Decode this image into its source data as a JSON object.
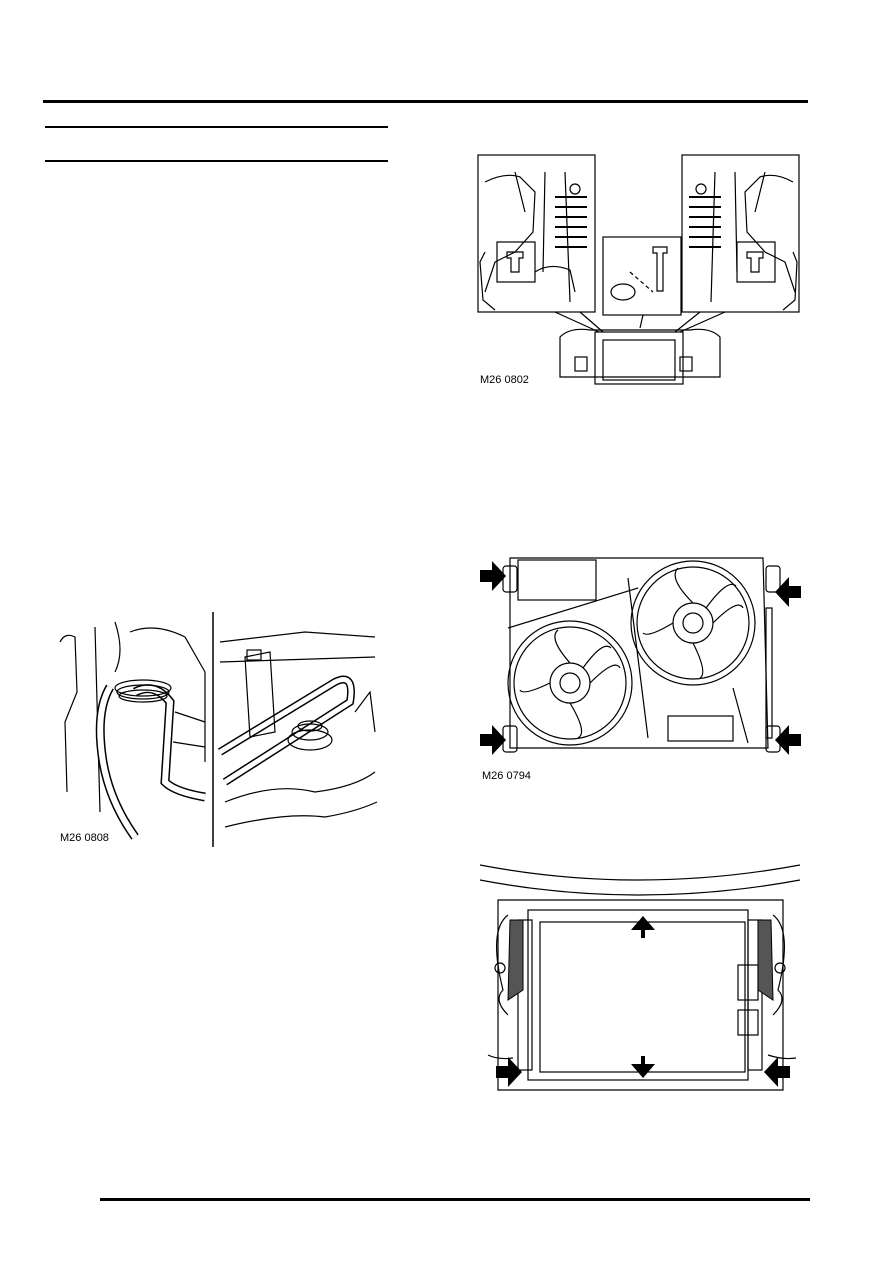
{
  "figures": {
    "radiator_mounts": {
      "label": "M26 0802"
    },
    "hose_removal": {
      "label": "M26 0808"
    },
    "fan_cowl": {
      "label": "M26 0794"
    },
    "radiator_front": {
      "label": ""
    }
  }
}
